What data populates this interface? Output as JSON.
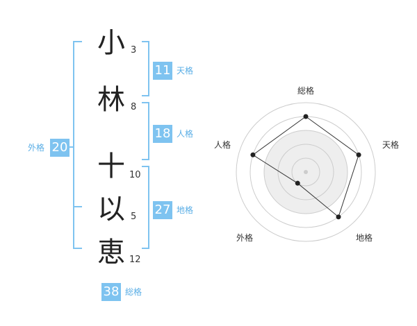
{
  "name": {
    "chars": [
      {
        "char": "小",
        "strokes": "3"
      },
      {
        "char": "林",
        "strokes": "8"
      },
      {
        "char": "十",
        "strokes": "10"
      },
      {
        "char": "以",
        "strokes": "5"
      },
      {
        "char": "恵",
        "strokes": "12"
      }
    ]
  },
  "fortunes": {
    "tenkaku": {
      "value": "11",
      "label": "天格"
    },
    "jinkaku": {
      "value": "18",
      "label": "人格"
    },
    "chikaku": {
      "value": "27",
      "label": "地格"
    },
    "gaikaku": {
      "value": "20",
      "label": "外格"
    },
    "soukaku": {
      "value": "38",
      "label": "総格"
    }
  },
  "radar": {
    "labels": {
      "soukaku": "総格",
      "tenkaku": "天格",
      "chikaku": "地格",
      "gaikaku": "外格",
      "jinkaku": "人格"
    },
    "levels": 5,
    "values": {
      "soukaku": 4,
      "tenkaku": 4,
      "chikaku": 4,
      "gaikaku": 1,
      "jinkaku": 4
    },
    "colors": {
      "ring": "#cccccc",
      "fill": "#eeeeee",
      "line": "#333333",
      "point": "#222222"
    }
  },
  "colors": {
    "accent": "#7ec3f0",
    "bracket": "#7ec3f0"
  }
}
